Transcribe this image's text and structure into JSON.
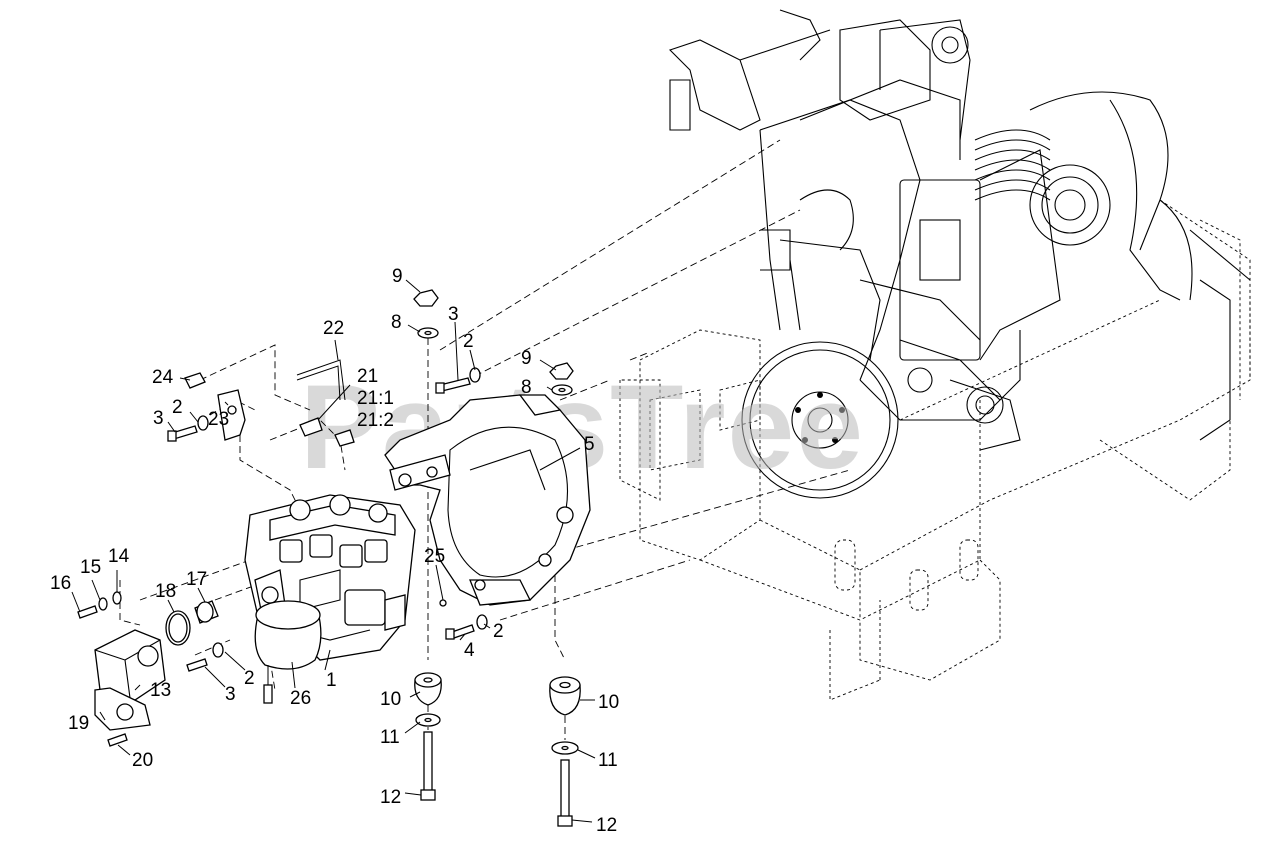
{
  "watermark": "PartsTree",
  "callouts": [
    {
      "id": "c9a",
      "label": "9"
    },
    {
      "id": "c8a",
      "label": "8"
    },
    {
      "id": "c3a",
      "label": "3"
    },
    {
      "id": "c2a",
      "label": "2"
    },
    {
      "id": "c22",
      "label": "22"
    },
    {
      "id": "c24",
      "label": "24"
    },
    {
      "id": "c21",
      "label": "21"
    },
    {
      "id": "c21_1",
      "label": "21:1"
    },
    {
      "id": "c21_2",
      "label": "21:2"
    },
    {
      "id": "c3b",
      "label": "3"
    },
    {
      "id": "c2b",
      "label": "2"
    },
    {
      "id": "c23",
      "label": "23"
    },
    {
      "id": "c9b",
      "label": "9"
    },
    {
      "id": "c8b",
      "label": "8"
    },
    {
      "id": "c5",
      "label": "5"
    },
    {
      "id": "c16",
      "label": "16"
    },
    {
      "id": "c15",
      "label": "15"
    },
    {
      "id": "c14",
      "label": "14"
    },
    {
      "id": "c18",
      "label": "18"
    },
    {
      "id": "c17",
      "label": "17"
    },
    {
      "id": "c25",
      "label": "25"
    },
    {
      "id": "c2c",
      "label": "2"
    },
    {
      "id": "c4",
      "label": "4"
    },
    {
      "id": "c13",
      "label": "13"
    },
    {
      "id": "c2d",
      "label": "2"
    },
    {
      "id": "c3c",
      "label": "3"
    },
    {
      "id": "c26",
      "label": "26"
    },
    {
      "id": "c1",
      "label": "1"
    },
    {
      "id": "c10a",
      "label": "10"
    },
    {
      "id": "c10b",
      "label": "10"
    },
    {
      "id": "c19",
      "label": "19"
    },
    {
      "id": "c11a",
      "label": "11"
    },
    {
      "id": "c11b",
      "label": "11"
    },
    {
      "id": "c20",
      "label": "20"
    },
    {
      "id": "c12a",
      "label": "12"
    },
    {
      "id": "c12b",
      "label": "12"
    }
  ]
}
